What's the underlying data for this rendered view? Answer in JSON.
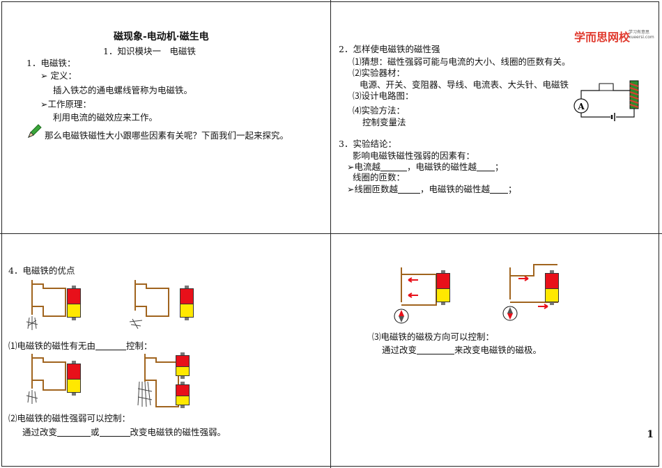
{
  "logo": {
    "brand": "学而思网校",
    "sub1": "学习有意思",
    "sub2": "xueersi.com"
  },
  "slide1": {
    "title": "磁现象-电动机·磁生电",
    "subtitle": "1．知识模块一　电磁铁",
    "item1": "1．电磁铁：",
    "def_label": "定义：",
    "def_text": "插入铁芯的通电螺线管称为电磁铁。",
    "principle_label": "工作原理：",
    "principle_text": "利用电流的磁效应来工作。",
    "question": "那么电磁铁磁性大小跟哪些因素有关呢？下面我们一起来探究。"
  },
  "slide2": {
    "heading": "2．怎样使电磁铁的磁性强",
    "guess": "⑴猜想：磁性强弱可能与电流的大小、线圈的匝数有关。",
    "equipment_label": "⑵实验器材：",
    "equipment": "电源、开关、变阻器、导线、电流表、大头针、电磁铁",
    "circuit": "⑶设计电路图：",
    "method_label": "⑷实验方法：",
    "method": "控制变量法",
    "conclusion_heading": "3．实验结论：",
    "conclusion_intro": "影响电磁铁磁性强弱的因素有：",
    "c1_a": "电流越",
    "c1_b": "，电磁铁的磁性越",
    "c1_end": "；",
    "coils": "线圈的匝数：",
    "c2_a": "线圈匝数越",
    "c2_b": "，电磁铁的磁性越",
    "c2_end": "；",
    "ammeter": "A"
  },
  "slide3": {
    "heading": "4．电磁铁的优点",
    "q1_a": "⑴电磁铁的磁性有无由",
    "q1_b": "控制：",
    "q2": "⑵电磁铁的磁性强弱可以控制：",
    "q2_a": "通过改变",
    "q2_b": "或",
    "q2_c": "改变电磁铁的磁性强弱。"
  },
  "slide4": {
    "q3": "⑶电磁铁的磁极方向可以控制：",
    "q3_a": "通过改变",
    "q3_b": "来改变电磁铁的磁极。",
    "page": "1"
  }
}
